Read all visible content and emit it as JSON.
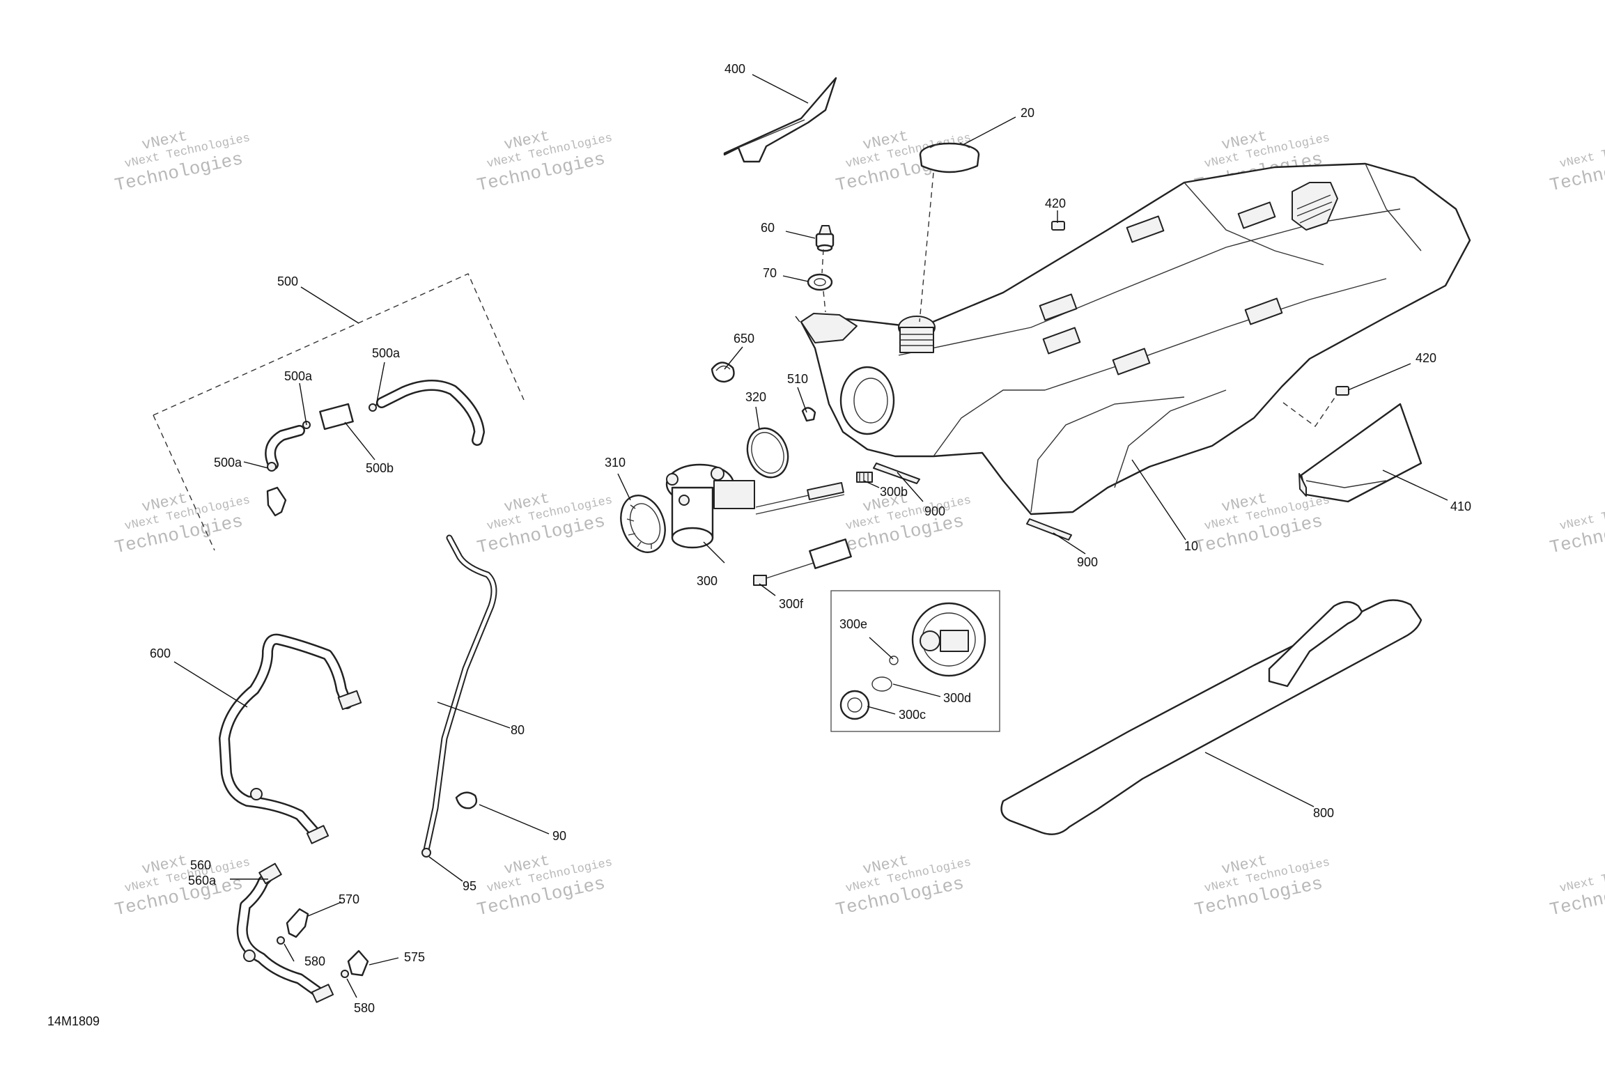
{
  "diagram_code": "14M1809",
  "watermark": {
    "line1": "vNext Technologies",
    "line2": "Technologies",
    "line3": "vNext"
  },
  "callouts": [
    {
      "id": "c400",
      "text": "400"
    },
    {
      "id": "c20",
      "text": "20"
    },
    {
      "id": "c420a",
      "text": "420"
    },
    {
      "id": "c420b",
      "text": "420"
    },
    {
      "id": "c60",
      "text": "60"
    },
    {
      "id": "c70",
      "text": "70"
    },
    {
      "id": "c650",
      "text": "650"
    },
    {
      "id": "c320",
      "text": "320"
    },
    {
      "id": "c510",
      "text": "510"
    },
    {
      "id": "c310",
      "text": "310"
    },
    {
      "id": "c300",
      "text": "300"
    },
    {
      "id": "c300b",
      "text": "300b"
    },
    {
      "id": "c900a",
      "text": "900"
    },
    {
      "id": "c900b",
      "text": "900"
    },
    {
      "id": "c300f",
      "text": "300f"
    },
    {
      "id": "c10",
      "text": "10"
    },
    {
      "id": "c410",
      "text": "410"
    },
    {
      "id": "c500",
      "text": "500"
    },
    {
      "id": "c500a1",
      "text": "500a"
    },
    {
      "id": "c500a2",
      "text": "500a"
    },
    {
      "id": "c500a3",
      "text": "500a"
    },
    {
      "id": "c500b",
      "text": "500b"
    },
    {
      "id": "c300e",
      "text": "300e"
    },
    {
      "id": "c300d",
      "text": "300d"
    },
    {
      "id": "c300c",
      "text": "300c"
    },
    {
      "id": "c600",
      "text": "600"
    },
    {
      "id": "c80",
      "text": "80"
    },
    {
      "id": "c90",
      "text": "90"
    },
    {
      "id": "c95",
      "text": "95"
    },
    {
      "id": "c800",
      "text": "800"
    },
    {
      "id": "c560",
      "text": "560"
    },
    {
      "id": "c560a",
      "text": "560a"
    },
    {
      "id": "c570",
      "text": "570"
    },
    {
      "id": "c575",
      "text": "575"
    },
    {
      "id": "c580a",
      "text": "580"
    },
    {
      "id": "c580b",
      "text": "580"
    }
  ]
}
